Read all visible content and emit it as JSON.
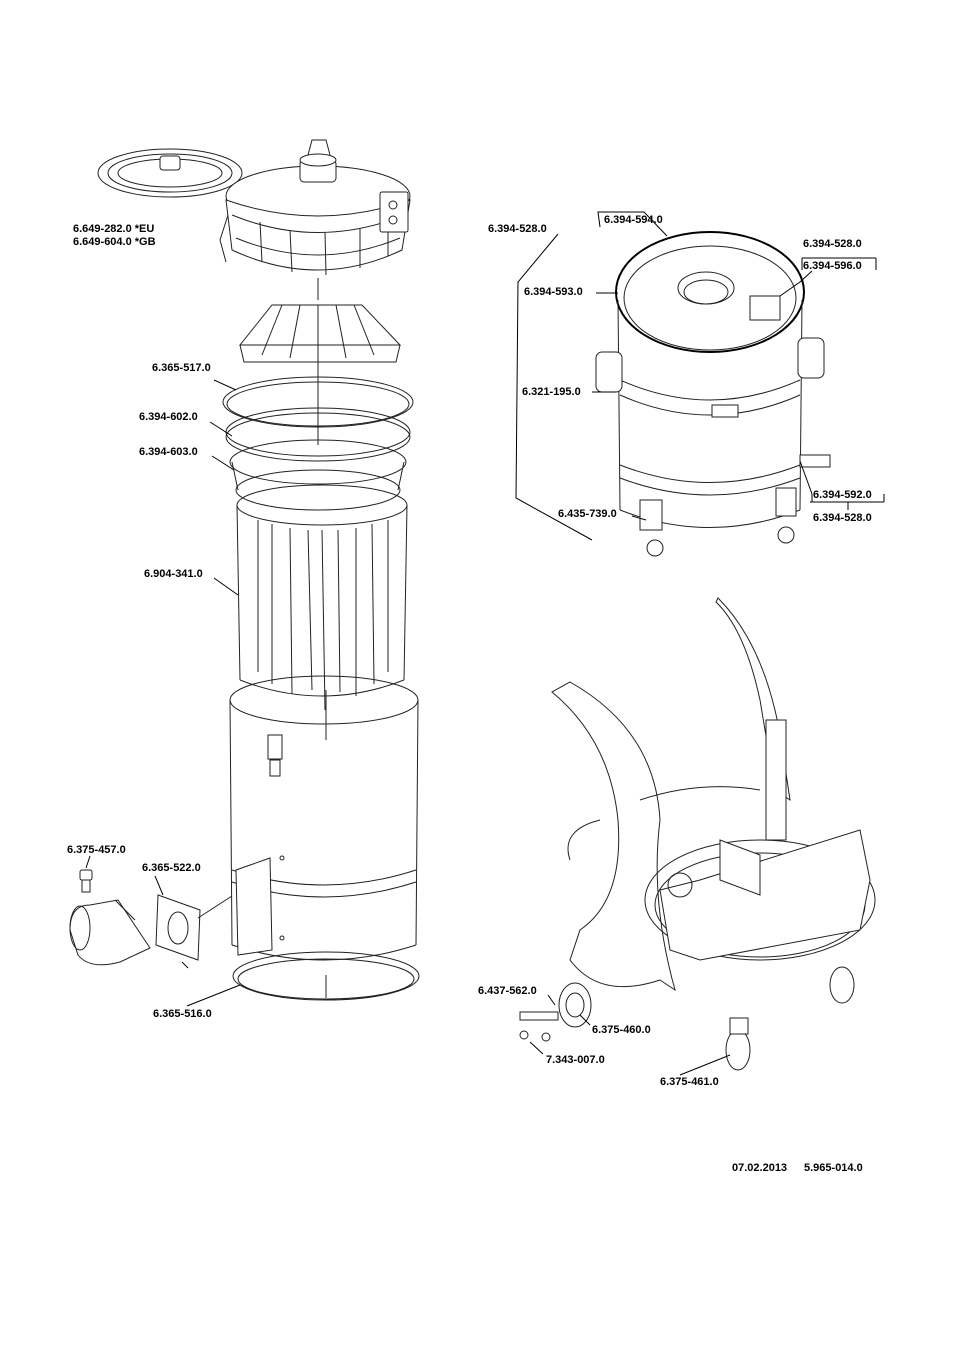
{
  "labels": {
    "cover_eu": "6.649-282.0 *EU",
    "cover_gb": "6.649-604.0 *GB",
    "ring_517": "6.365-517.0",
    "ring_602": "6.394-602.0",
    "ring_603": "6.394-603.0",
    "filter_341": "6.904-341.0",
    "plug_457": "6.375-457.0",
    "gasket_522": "6.365-522.0",
    "ring_516": "6.365-516.0",
    "tank_528": "6.394-528.0",
    "tank_594": "6.394-594.0",
    "tank_593": "6.394-593.0",
    "tank_195": "6.321-195.0",
    "tank_739": "6.435-739.0",
    "clip_528_top": "6.394-528.0",
    "clip_596": "6.394-596.0",
    "clip_592": "6.394-592.0",
    "clip_528_bottom": "6.394-528.0",
    "axle_562": "6.437-562.0",
    "wheel_460": "6.375-460.0",
    "washer_007": "7.343-007.0",
    "castor_461": "6.375-461.0"
  },
  "footer": {
    "date": "07.02.2013",
    "doc_number": "5.965-014.0"
  }
}
